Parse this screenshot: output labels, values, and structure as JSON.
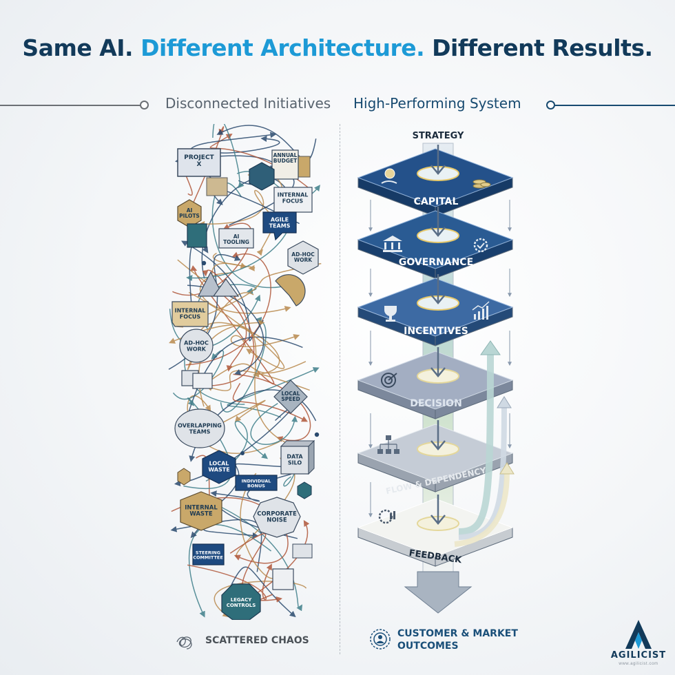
{
  "headline": {
    "part1": "Same AI.",
    "part2": "Different Architecture.",
    "part3": "Different Results."
  },
  "left": {
    "heading": "Disconnected Initiatives",
    "footer": "SCATTERED CHAOS",
    "nodes": [
      {
        "label": "PROJECT X"
      },
      {
        "label": "ANNUAL BUDGET"
      },
      {
        "label": "INTERNAL FOCUS"
      },
      {
        "label": "AI PILOTS"
      },
      {
        "label": "AGILE TEAMS"
      },
      {
        "label": "AI TOOLING"
      },
      {
        "label": "AD-HOC WORK"
      },
      {
        "label": "INTERNAL FOCUS"
      },
      {
        "label": "AD-HOC WORK"
      },
      {
        "label": "LOCAL SPEED"
      },
      {
        "label": "OVERLAPPING TEAMS"
      },
      {
        "label": "LOCAL WASTE"
      },
      {
        "label": "DATA SILO"
      },
      {
        "label": "INDIVIDUAL BONUS"
      },
      {
        "label": "INTERNAL WASTE"
      },
      {
        "label": "CORPORATE NOISE"
      },
      {
        "label": "STEERING COMMITTEE"
      },
      {
        "label": "LEGACY CONTROLS"
      }
    ]
  },
  "right": {
    "heading": "High-Performing System",
    "top_label": "STRATEGY",
    "layers": [
      "CAPITAL",
      "GOVERNANCE",
      "INCENTIVES",
      "DECISION",
      "FLOW & DEPENDENCY",
      "FEEDBACK"
    ],
    "footer_line1": "CUSTOMER & MARKET",
    "footer_line2": "OUTCOMES"
  },
  "brand": {
    "name": "AGILICIST",
    "url": "www.agilicist.com"
  },
  "colors": {
    "navy": "#123a5a",
    "accent_blue": "#1d9ad6",
    "dark_layer": "#1e4a80",
    "mid_layer": "#355f96",
    "light_layer": "#9aa7bd",
    "gold": "#c9a86a",
    "teal": "#2f6e7a"
  }
}
